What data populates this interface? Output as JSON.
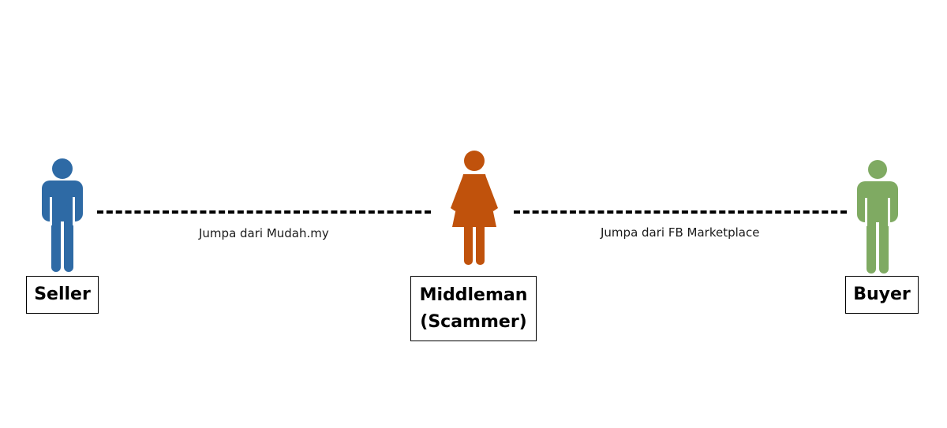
{
  "nodes": {
    "seller": {
      "label": "Seller",
      "icon": "male-person-icon",
      "color": "#2e6aa5"
    },
    "middleman": {
      "label_line1": "Middleman",
      "label_line2": "(Scammer)",
      "icon": "female-person-icon",
      "color": "#c0520c"
    },
    "buyer": {
      "label": "Buyer",
      "icon": "male-person-icon",
      "color": "#7faa62"
    }
  },
  "edges": {
    "seller_to_middleman": {
      "label": "Jumpa dari Mudah.my",
      "style": "dashed"
    },
    "middleman_to_buyer": {
      "label": "Jumpa dari FB Marketplace",
      "style": "dashed"
    }
  }
}
